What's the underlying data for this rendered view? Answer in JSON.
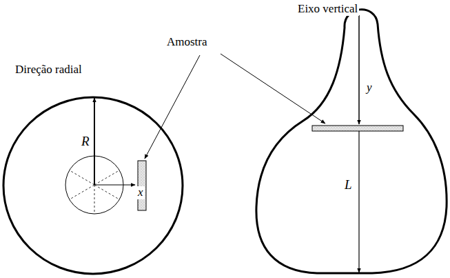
{
  "diagram": {
    "labels": [
      "Eixo vertical",
      "Amostra",
      "Direção radial",
      "R",
      "x",
      "y",
      "L"
    ]
  }
}
